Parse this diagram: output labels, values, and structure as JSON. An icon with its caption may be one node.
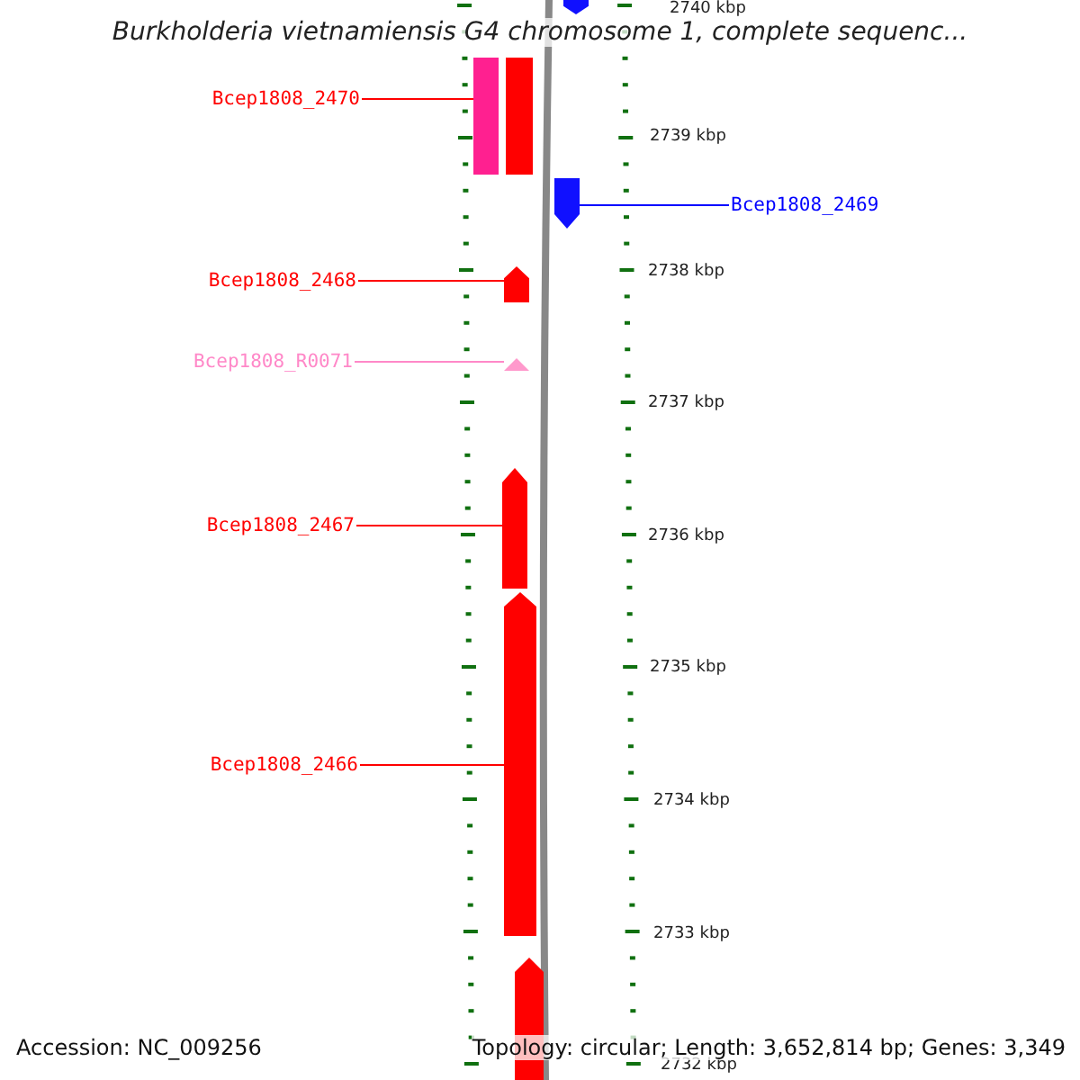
{
  "diagram": {
    "title": "Burkholderia vietnamiensis G4 chromosome 1, complete sequenc...",
    "nodes": [
      {
        "text": [
          "Bcep1808_2470"
        ]
      },
      {
        "text": [],
        "shape": "bar"
      },
      {
        "text": [
          "Bcep1808_2469"
        ]
      },
      {
        "text": [],
        "shape": "arrow"
      },
      {
        "text": [
          "Bcep1808_2468"
        ]
      },
      {
        "text": [],
        "shape": "arrow"
      },
      {
        "text": [
          "Bcep1808_R0071"
        ]
      },
      {
        "text": [],
        "shape": "triangle"
      },
      {
        "text": [
          "Bcep1808_2467"
        ]
      },
      {
        "text": [],
        "shape": "arrow"
      },
      {
        "text": [
          "Bcep1808_2466"
        ]
      },
      {
        "text": [],
        "shape": "arrow"
      }
    ],
    "edges": [
      {
        "from": 0,
        "to": 1,
        "arrow": "none"
      },
      {
        "from": 2,
        "to": 3,
        "arrow": "none",
        "color": "#0000ff"
      },
      {
        "from": 4,
        "to": 5,
        "arrow": "none"
      },
      {
        "from": 6,
        "to": 7,
        "arrow": "none",
        "color": "#ff88c8"
      },
      {
        "from": 8,
        "to": 9,
        "arrow": "none"
      },
      {
        "from": 10,
        "to": 11,
        "arrow": "none"
      }
    ],
    "labels": [
      "2740 kbp",
      "2739 kbp",
      "2738 kbp",
      "2737 kbp",
      "2736 kbp",
      "2735 kbp",
      "2734 kbp",
      "2733 kbp",
      "2732 kbp",
      "Accession: NC_009256",
      "Topology: circular; Length: 3,652,814 bp; Genes: 3,349"
    ]
  }
}
